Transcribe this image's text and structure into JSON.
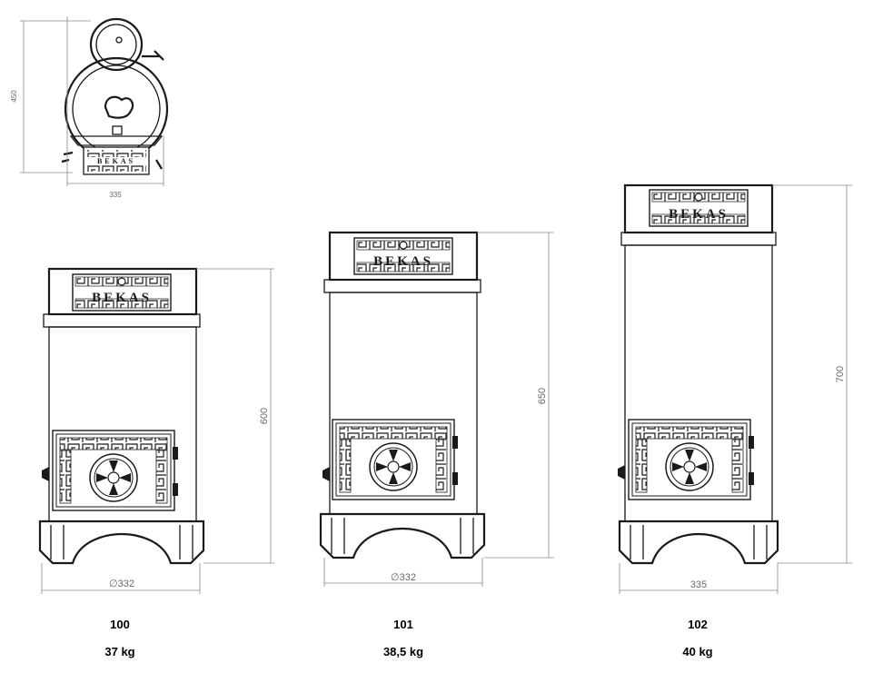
{
  "brand": "BEKAS",
  "top_view": {
    "height_dim": "450",
    "width_dim": "335"
  },
  "models": [
    {
      "model": "100",
      "weight": "37 kg",
      "height_dim": "600",
      "width_dim": "∅332"
    },
    {
      "model": "101",
      "weight": "38,5 kg",
      "height_dim": "650",
      "width_dim": "∅332"
    },
    {
      "model": "102",
      "weight": "40 kg",
      "height_dim": "700",
      "width_dim": "335"
    }
  ]
}
